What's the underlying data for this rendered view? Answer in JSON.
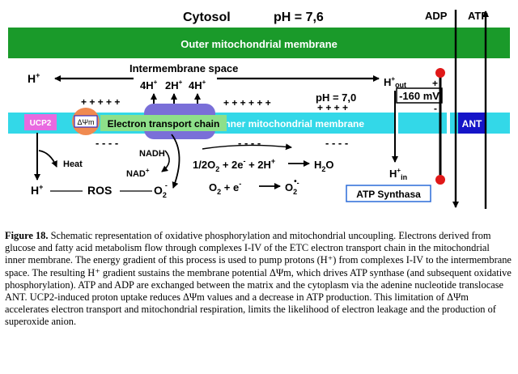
{
  "diagram": {
    "cytosol_label": "Cytosol",
    "ph_cytosol": "pH = 7,6",
    "adp_label": "ADP",
    "atp_label": "ATP",
    "outer_membrane_label": "Outer mitochondrial membrane",
    "intermembrane_label": "Intermembrane space",
    "h_left": "H",
    "plus": "+",
    "proton_4h_a": "4H",
    "proton_2h": "2H",
    "proton_4h_b": "4H",
    "h_out": "H",
    "out_sub": "out",
    "ph_intermembrane": "pH = 7,0",
    "potential": "-160 mV",
    "plus_row_left": "+ + + + +",
    "plus_row_mid": "+ + + + + +",
    "plus_row_right": "+ + + +",
    "plus_sign": "+",
    "minus_sign": "-",
    "ucp2_label": "UCP2",
    "dpsi_label": "ΔΨm",
    "etc_label": "Electron transport chain",
    "inner_membrane_label": "Inner mitochondrial membrane",
    "ant_label": "ANT",
    "minus_row": "- - - -",
    "heat_label": "Heat",
    "nadh_label": "NADH",
    "nad_label": "NAD",
    "eq1": "1/2O",
    "eq1_rest": " + 2e",
    "eq1_rest2": " + 2H",
    "h2o": "H",
    "h2o_o": "O",
    "eq2": "O",
    "eq2_rest": " + e",
    "superoxide": "O",
    "h_bottom": "H",
    "ros_label": "ROS",
    "o2_label": "O",
    "h_in": "H",
    "in_sub": "in",
    "atp_synthase_label": "ATP Synthasa",
    "sub2": "2",
    "sup_minus": "-",
    "sup_dot": "•"
  },
  "caption": {
    "label": "Figure 18.",
    "text": " Schematic representation of oxidative phosphorylation and mitochondrial uncoupling. Electrons derived from glucose and fatty acid metabolism flow through complexes I-IV of the ETC electron transport chain in the mitochondrial inner membrane. The energy gradient of this process is used to pump protons (H⁺) from complexes I-IV to the intermembrane space.  The resulting H⁺ gradient sustains the membrane potential ΔΨm, which drives ATP synthase (and subsequent oxidative phosphorylation). ATP and ADP are exchanged between the matrix and the cytoplasm via the adenine nucleotide translocase ANT. UCP2-induced proton uptake reduces ΔΨm values and a decrease in ATP production. This limitation of ΔΨm accelerates electron transport and mitochondrial respiration, limits the likelihood of electron leakage and the production of superoxide anion."
  },
  "colors": {
    "outer_membrane": "#1a9a2a",
    "inner_membrane": "#33d8e8",
    "etc_complex": "#7a6fd8",
    "etc_label_bg": "#8ee08a",
    "ucp2": "#e86ae0",
    "dpsi_circle": "#f08a50",
    "ant_box": "#1515c8",
    "atp_synthase_dot": "#e01818",
    "atp_synthase_border": "#2a6bd8"
  }
}
